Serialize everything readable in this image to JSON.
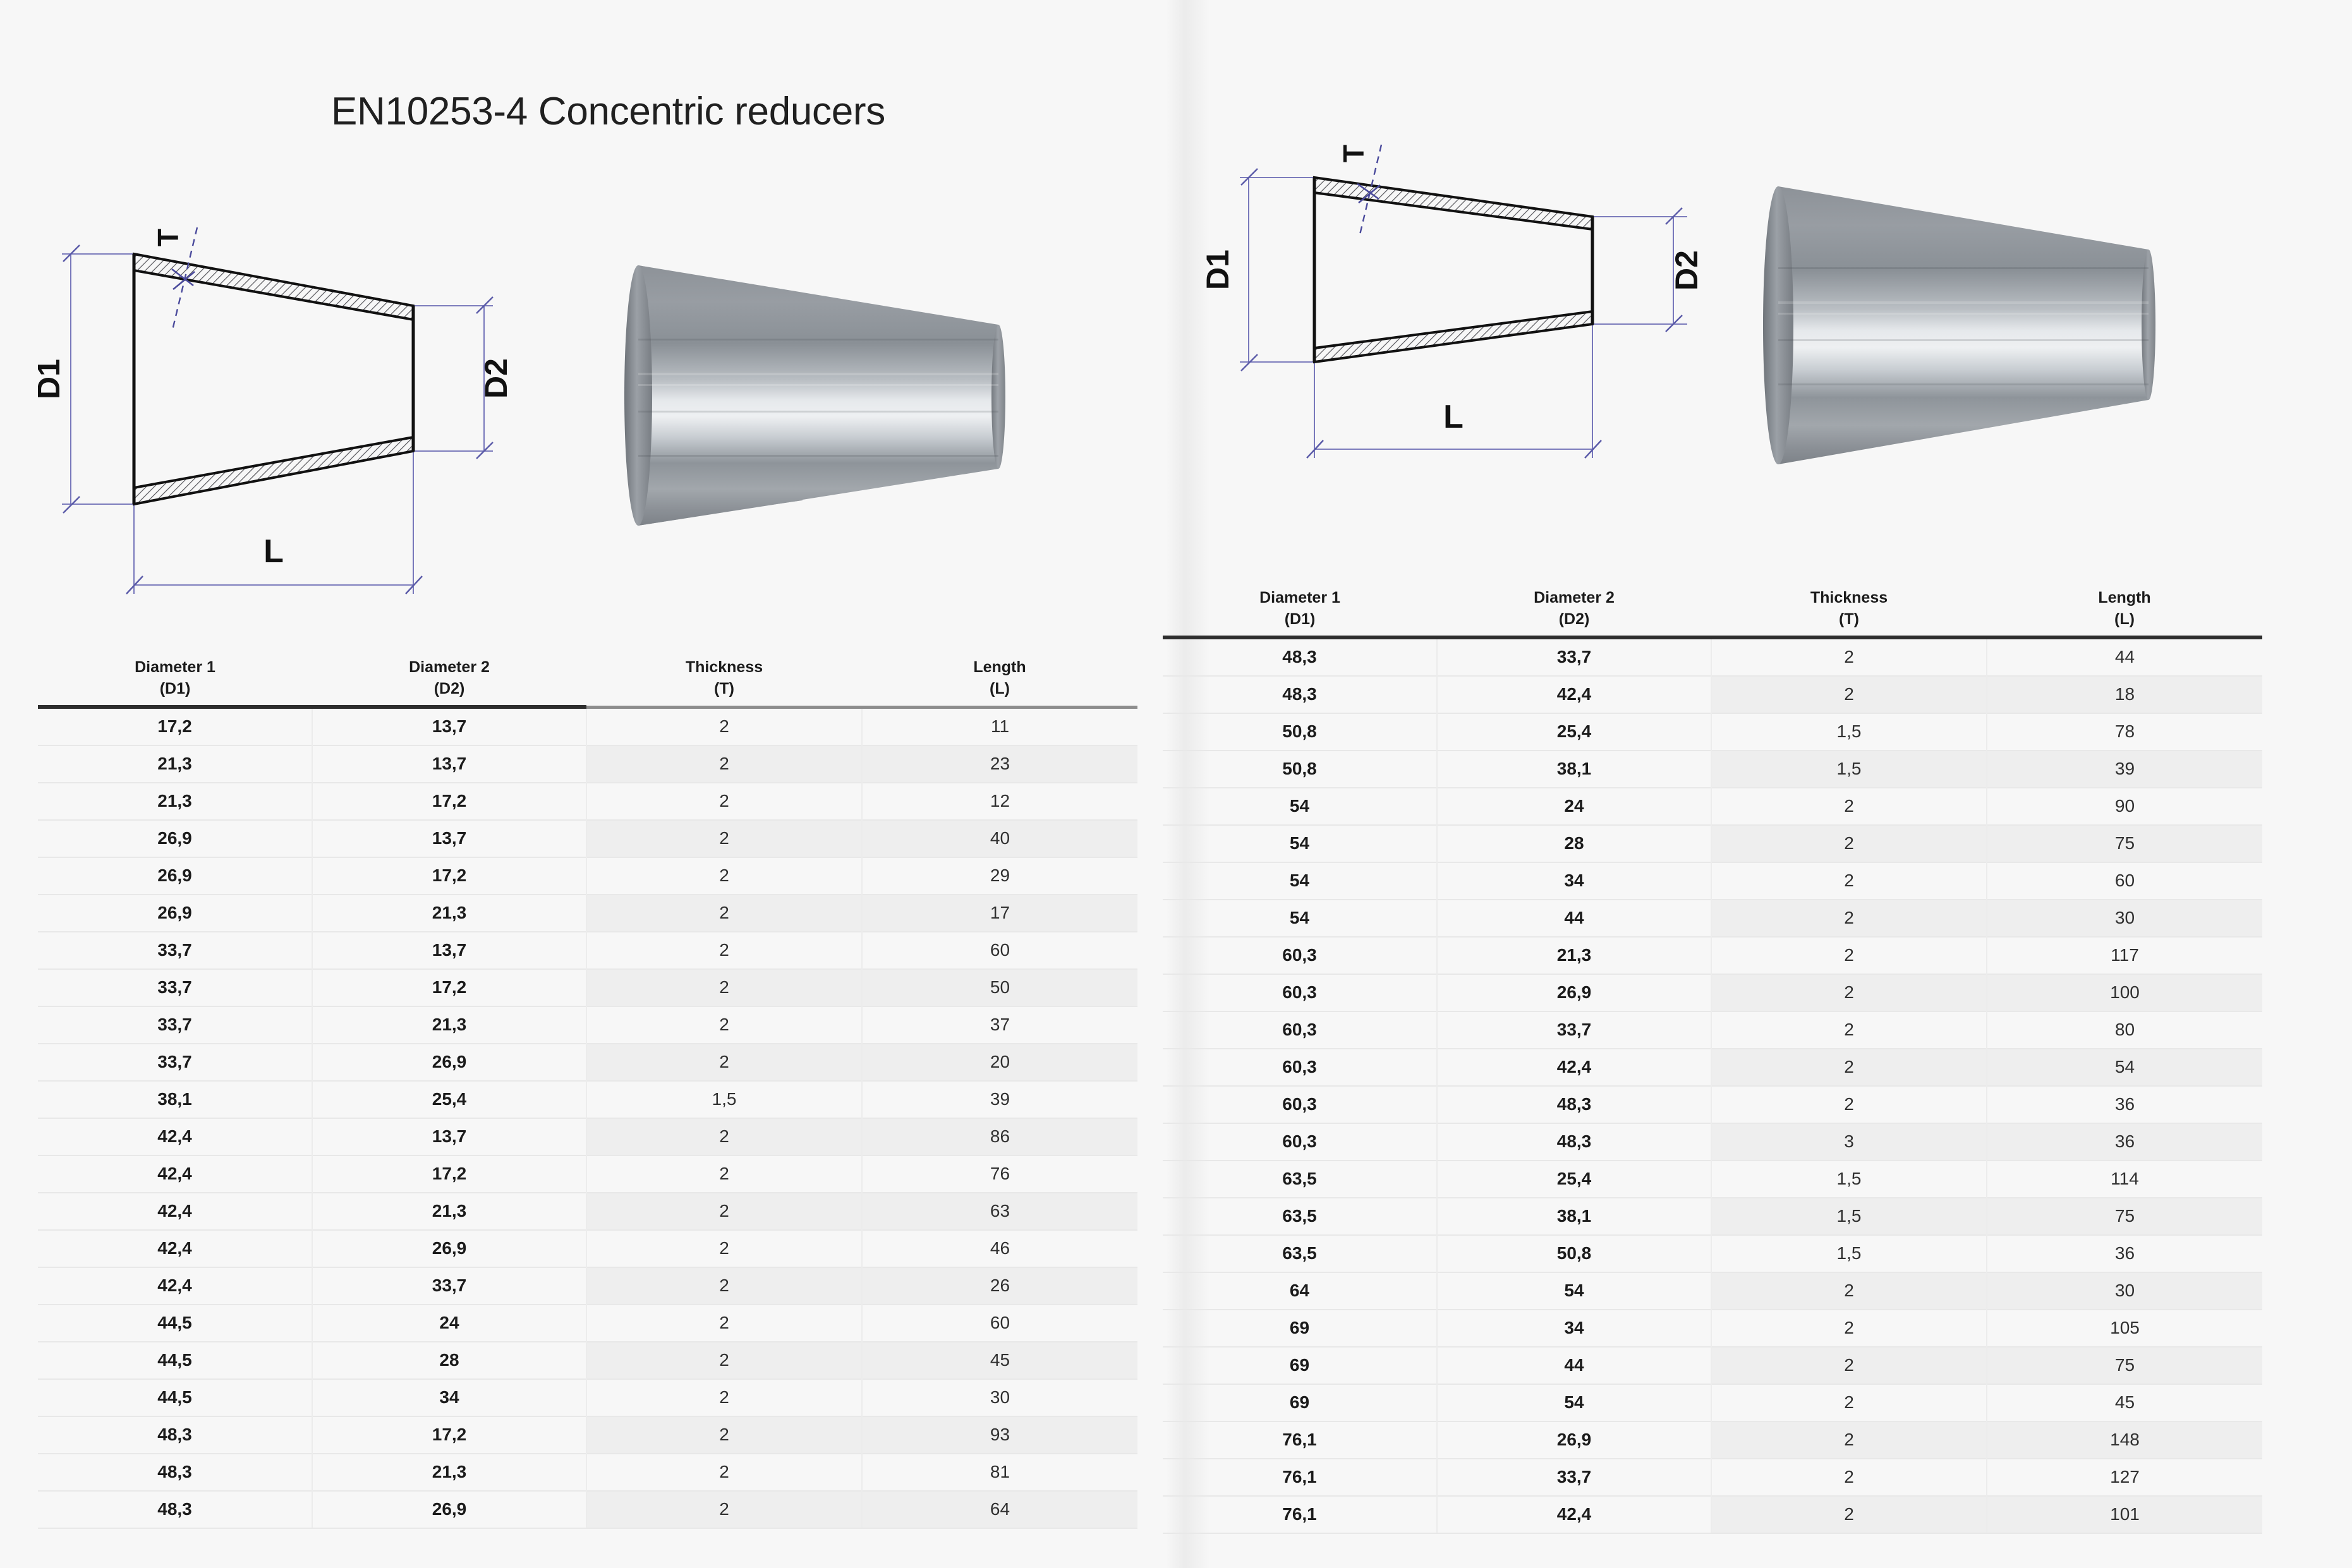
{
  "page": {
    "title": "EN10253-4 Concentric reducers",
    "background": "#f7f7f7"
  },
  "drawing_labels": {
    "d1": "D1",
    "d2": "D2",
    "length": "L",
    "thickness": "T"
  },
  "columns": {
    "d1_name": "Diameter 1",
    "d1_sym": "(D1)",
    "d2_name": "Diameter 2",
    "d2_sym": "(D2)",
    "t_name": "Thickness",
    "t_sym": "(T)",
    "l_name": "Length",
    "l_sym": "(L)"
  },
  "left_table": {
    "rows": [
      [
        "17,2",
        "13,7",
        "2",
        "11"
      ],
      [
        "21,3",
        "13,7",
        "2",
        "23"
      ],
      [
        "21,3",
        "17,2",
        "2",
        "12"
      ],
      [
        "26,9",
        "13,7",
        "2",
        "40"
      ],
      [
        "26,9",
        "17,2",
        "2",
        "29"
      ],
      [
        "26,9",
        "21,3",
        "2",
        "17"
      ],
      [
        "33,7",
        "13,7",
        "2",
        "60"
      ],
      [
        "33,7",
        "17,2",
        "2",
        "50"
      ],
      [
        "33,7",
        "21,3",
        "2",
        "37"
      ],
      [
        "33,7",
        "26,9",
        "2",
        "20"
      ],
      [
        "38,1",
        "25,4",
        "1,5",
        "39"
      ],
      [
        "42,4",
        "13,7",
        "2",
        "86"
      ],
      [
        "42,4",
        "17,2",
        "2",
        "76"
      ],
      [
        "42,4",
        "21,3",
        "2",
        "63"
      ],
      [
        "42,4",
        "26,9",
        "2",
        "46"
      ],
      [
        "42,4",
        "33,7",
        "2",
        "26"
      ],
      [
        "44,5",
        "24",
        "2",
        "60"
      ],
      [
        "44,5",
        "28",
        "2",
        "45"
      ],
      [
        "44,5",
        "34",
        "2",
        "30"
      ],
      [
        "48,3",
        "17,2",
        "2",
        "93"
      ],
      [
        "48,3",
        "21,3",
        "2",
        "81"
      ],
      [
        "48,3",
        "26,9",
        "2",
        "64"
      ]
    ]
  },
  "right_table": {
    "rows": [
      [
        "48,3",
        "33,7",
        "2",
        "44"
      ],
      [
        "48,3",
        "42,4",
        "2",
        "18"
      ],
      [
        "50,8",
        "25,4",
        "1,5",
        "78"
      ],
      [
        "50,8",
        "38,1",
        "1,5",
        "39"
      ],
      [
        "54",
        "24",
        "2",
        "90"
      ],
      [
        "54",
        "28",
        "2",
        "75"
      ],
      [
        "54",
        "34",
        "2",
        "60"
      ],
      [
        "54",
        "44",
        "2",
        "30"
      ],
      [
        "60,3",
        "21,3",
        "2",
        "117"
      ],
      [
        "60,3",
        "26,9",
        "2",
        "100"
      ],
      [
        "60,3",
        "33,7",
        "2",
        "80"
      ],
      [
        "60,3",
        "42,4",
        "2",
        "54"
      ],
      [
        "60,3",
        "48,3",
        "2",
        "36"
      ],
      [
        "60,3",
        "48,3",
        "3",
        "36"
      ],
      [
        "63,5",
        "25,4",
        "1,5",
        "114"
      ],
      [
        "63,5",
        "38,1",
        "1,5",
        "75"
      ],
      [
        "63,5",
        "50,8",
        "1,5",
        "36"
      ],
      [
        "64",
        "54",
        "2",
        "30"
      ],
      [
        "69",
        "34",
        "2",
        "105"
      ],
      [
        "69",
        "44",
        "2",
        "75"
      ],
      [
        "69",
        "54",
        "2",
        "45"
      ],
      [
        "76,1",
        "26,9",
        "2",
        "148"
      ],
      [
        "76,1",
        "33,7",
        "2",
        "127"
      ],
      [
        "76,1",
        "42,4",
        "2",
        "101"
      ]
    ]
  },
  "icons": {
    "reducer_drawing": "concentric-reducer-section-drawing",
    "reducer_render": "stainless-steel-reducer-render"
  },
  "colors": {
    "dimension_line": "#6a6ab4",
    "outline": "#111111",
    "zebra": "#eeeeee",
    "header_rule": "#2e2e2e",
    "steel_dark": "#6f747a",
    "steel_light": "#e2e6ea"
  }
}
